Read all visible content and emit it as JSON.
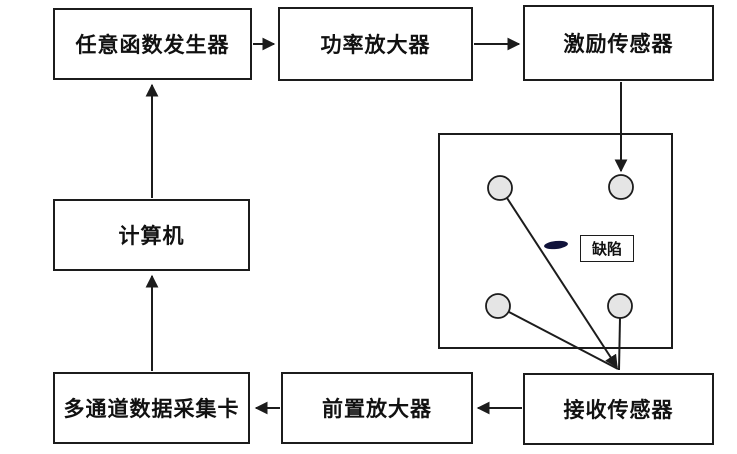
{
  "diagram": {
    "type": "block-diagram",
    "nodes": [
      {
        "id": "function-generator",
        "label": "任意函数发生器"
      },
      {
        "id": "power-amplifier",
        "label": "功率放大器"
      },
      {
        "id": "excitation-sensor",
        "label": "激励传感器"
      },
      {
        "id": "computer",
        "label": "计算机"
      },
      {
        "id": "daq-card",
        "label": "多通道数据采集卡"
      },
      {
        "id": "preamplifier",
        "label": "前置放大器"
      },
      {
        "id": "receiving-sensor",
        "label": "接收传感器"
      }
    ],
    "specimen": {
      "defect_label": "缺陷",
      "sensor_count": 4,
      "sensor_positions": [
        "top-left",
        "top-right",
        "bottom-left",
        "bottom-right"
      ]
    },
    "edges": [
      {
        "from": "function-generator",
        "to": "power-amplifier"
      },
      {
        "from": "power-amplifier",
        "to": "excitation-sensor"
      },
      {
        "from": "excitation-sensor",
        "to": "specimen-sensor-top-right"
      },
      {
        "from": "specimen-sensor-top-left",
        "to": "receiving-sensor"
      },
      {
        "from": "specimen-sensor-bottom-left",
        "to": "receiving-sensor"
      },
      {
        "from": "specimen-sensor-bottom-right",
        "to": "receiving-sensor"
      },
      {
        "from": "receiving-sensor",
        "to": "preamplifier"
      },
      {
        "from": "preamplifier",
        "to": "daq-card"
      },
      {
        "from": "daq-card",
        "to": "computer"
      },
      {
        "from": "computer",
        "to": "function-generator"
      }
    ],
    "colors": {
      "background": "#ffffff",
      "line": "#1c1c1c",
      "box_border": "#1c1c1c",
      "text": "#111111",
      "sensor_circle_fill": "#e5e5e5",
      "defect_fill": "#10123a"
    }
  }
}
